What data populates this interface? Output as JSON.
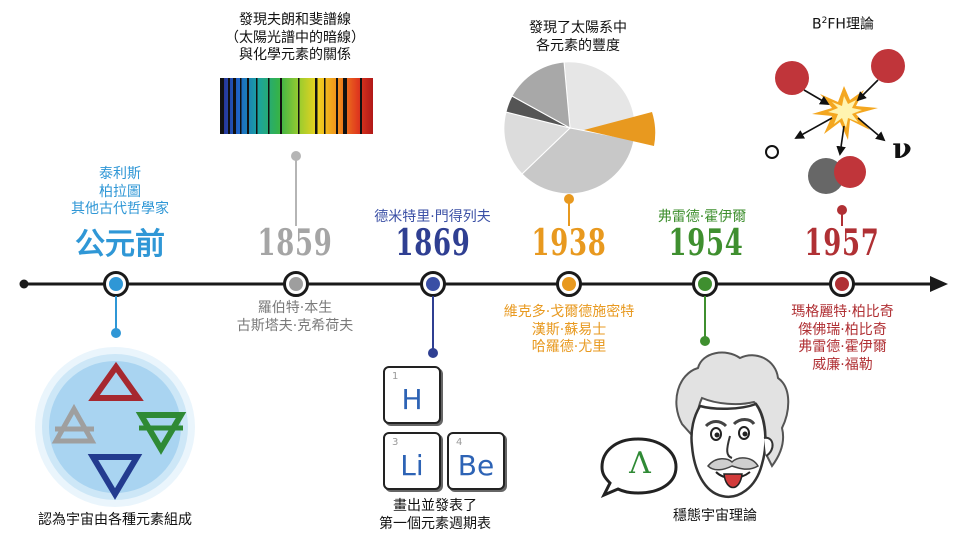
{
  "colors": {
    "axis": "#1a1a1a",
    "ancient": "#2f97d6",
    "y1859": "#9e9e9e",
    "y1869": "#3a4fa5",
    "y1938": "#e8991f",
    "y1954": "#3f8f2f",
    "y1957": "#b03034"
  },
  "events": {
    "ancient": {
      "era": "公元前",
      "people": [
        "泰利斯",
        "柏拉圖",
        "其他古代哲學家"
      ],
      "note": "認為宇宙由各種元素組成"
    },
    "e1859": {
      "year": "1859",
      "note": [
        "發現夫朗和斐譜線",
        "（太陽光譜中的暗線）",
        "與化學元素的關係"
      ],
      "people": [
        "羅伯特·本生",
        "古斯塔夫·克希荷夫"
      ]
    },
    "e1869": {
      "year": "1869",
      "people": "德米特里·門得列夫",
      "note": [
        "畫出並發表了",
        "第一個元素週期表"
      ],
      "elements": [
        {
          "num": "1",
          "sym": "H"
        },
        {
          "num": "3",
          "sym": "Li"
        },
        {
          "num": "4",
          "sym": "Be"
        }
      ]
    },
    "e1938": {
      "year": "1938",
      "note": [
        "發現了太陽系中",
        "各元素的豐度"
      ],
      "people": [
        "維克多·戈爾德施密特",
        "漢斯·蘇易士",
        "哈羅德·尤里"
      ]
    },
    "e1954": {
      "year": "1954",
      "people": "弗雷德·霍伊爾",
      "note": "穩態宇宙理論",
      "bubble": "Λ"
    },
    "e1957": {
      "year": "1957",
      "theory_base": "B",
      "theory_sup": "2",
      "theory_rest": "FH理論",
      "nu": "ν",
      "people": [
        "瑪格麗特·柏比奇",
        "傑佛瑞·柏比奇",
        "弗雷德·霍伊爾",
        "威廉·福勒"
      ]
    }
  }
}
